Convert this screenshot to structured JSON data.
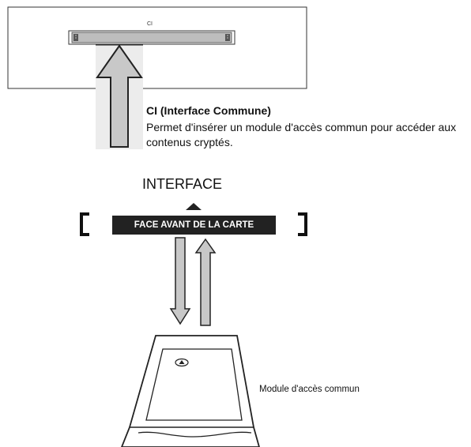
{
  "slot_label": "CI",
  "ci_title": "CI (Interface Commune)",
  "ci_description": "Permet d'insérer un module d'accès commun pour accéder aux contenus cryptés.",
  "interface_label": "INTERFACE",
  "card_face_label": "FACE AVANT DE LA CARTE",
  "module_label": "Module d'accès commun",
  "colors": {
    "frame": "#333333",
    "slot_fill": "#bdbdbd",
    "arrow_fill": "#c8c8c8",
    "arrow_stroke": "#222222",
    "card_label_bg": "#222222",
    "shadow_band": "#ececec"
  }
}
